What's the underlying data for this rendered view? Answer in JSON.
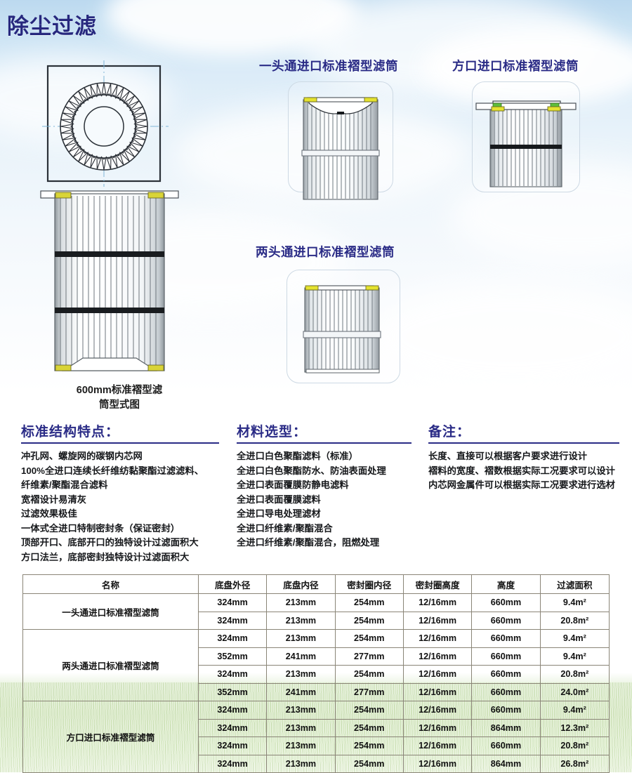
{
  "page": {
    "title": "除尘过滤",
    "title_color": "#27287e",
    "background": {
      "sky_top": "#bcd9ef",
      "sky_bottom": "#ffffff",
      "grass": "#dcebcd"
    }
  },
  "figures": {
    "main_caption_line1": "600mm标准褶型滤",
    "main_caption_line2": "筒型式图",
    "panels": [
      {
        "id": "one-end",
        "title": "一头通进口标准褶型滤筒"
      },
      {
        "id": "square",
        "title": "方口进口标准褶型滤筒"
      },
      {
        "id": "two-end",
        "title": "两头通进口标准褶型滤筒"
      }
    ]
  },
  "columns": [
    {
      "heading": "标准结构特点：",
      "items": [
        "冲孔网、螺旋网的碳钢内芯网",
        "100%全进口连续长纤维纺黏聚酯过滤滤料、",
        "纤维素/聚酯混合滤料",
        "宽褶设计易清灰",
        "过滤效果极佳",
        "一体式全进口特制密封条（保证密封）",
        "顶部开口、底部开口的独特设计过滤面积大",
        "方口法兰，底部密封独特设计过滤面积大"
      ]
    },
    {
      "heading": "材料选型：",
      "items": [
        "全进口白色聚酯滤料（标准）",
        "全进口白色聚酯防水、防油表面处理",
        "全进口表面覆膜防静电滤料",
        "全进口表面覆膜滤料",
        "全进口导电处理滤材",
        "全进口纤维素/聚酯混合",
        "全进口纤维素/聚酯混合，阻燃处理"
      ]
    },
    {
      "heading": "备注：",
      "items": [
        "长度、直接可以根据客户要求进行设计",
        "褶料的宽度、褶数根据实际工况要求可以设计",
        "内芯网金属件可以根据实际工况要求进行选材"
      ]
    }
  ],
  "table": {
    "headers": [
      "名称",
      "底盘外径",
      "底盘内径",
      "密封圈内径",
      "密封圈高度",
      "高度",
      "过滤面积"
    ],
    "groups": [
      {
        "name": "一头通进口标准褶型滤筒",
        "rows": [
          [
            "324mm",
            "213mm",
            "254mm",
            "12/16mm",
            "660mm",
            "9.4m²"
          ],
          [
            "324mm",
            "213mm",
            "254mm",
            "12/16mm",
            "660mm",
            "20.8m²"
          ]
        ]
      },
      {
        "name": "两头通进口标准褶型滤筒",
        "rows": [
          [
            "324mm",
            "213mm",
            "254mm",
            "12/16mm",
            "660mm",
            "9.4m²"
          ],
          [
            "352mm",
            "241mm",
            "277mm",
            "12/16mm",
            "660mm",
            "9.4m²"
          ],
          [
            "324mm",
            "213mm",
            "254mm",
            "12/16mm",
            "660mm",
            "20.8m²"
          ],
          [
            "352mm",
            "241mm",
            "277mm",
            "12/16mm",
            "660mm",
            "24.0m²"
          ]
        ]
      },
      {
        "name": "方口进口标准褶型滤筒",
        "rows": [
          [
            "324mm",
            "213mm",
            "254mm",
            "12/16mm",
            "660mm",
            "9.4m²"
          ],
          [
            "324mm",
            "213mm",
            "254mm",
            "12/16mm",
            "864mm",
            "12.3m²"
          ],
          [
            "324mm",
            "213mm",
            "254mm",
            "12/16mm",
            "660mm",
            "20.8m²"
          ],
          [
            "324mm",
            "213mm",
            "254mm",
            "12/16mm",
            "864mm",
            "26.8m²"
          ]
        ]
      }
    ]
  }
}
